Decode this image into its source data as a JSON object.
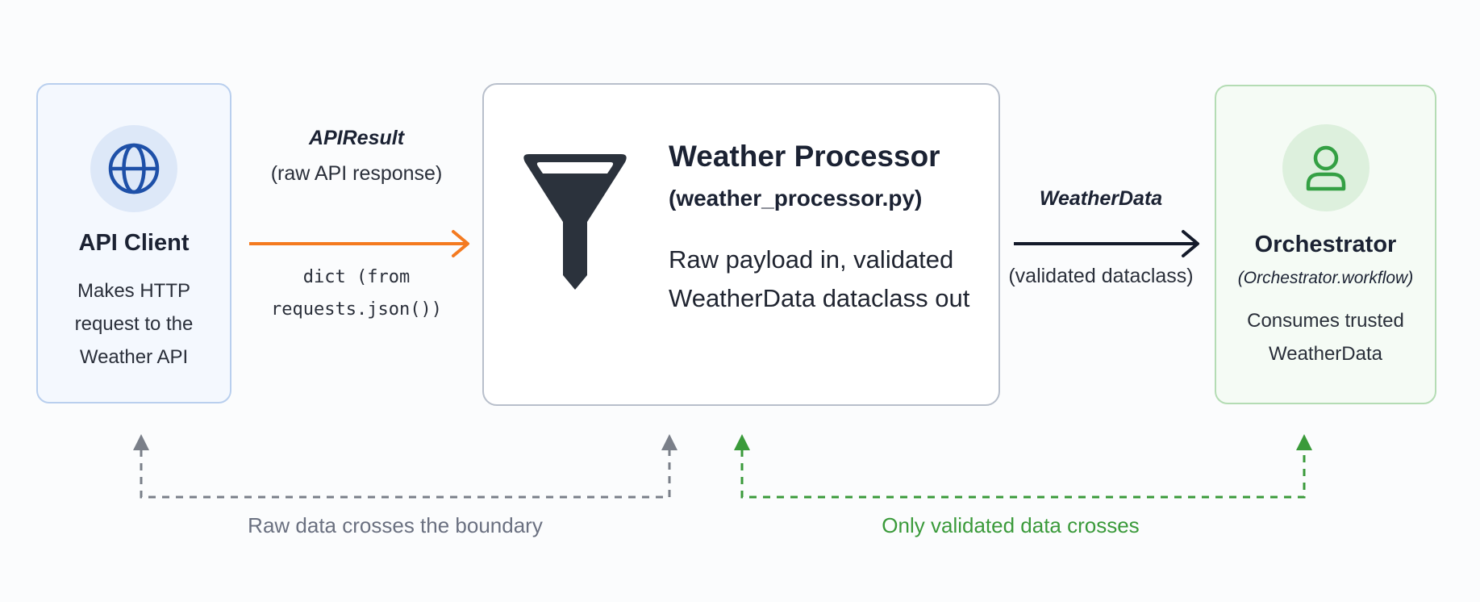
{
  "nodes": {
    "api_client": {
      "title": "API Client",
      "description": "Makes HTTP request to the Weather API",
      "icon": "globe-icon",
      "color": "#1e50a8"
    },
    "processor": {
      "title": "Weather Processor",
      "file": "(weather_processor.py)",
      "description": "Raw payload in, validated WeatherData dataclass out",
      "icon": "funnel-icon",
      "color": "#2b323c"
    },
    "orchestrator": {
      "title": "Orchestrator",
      "subtitle": "(Orchestrator.workflow)",
      "description": "Consumes trusted WeatherData",
      "icon": "user-icon",
      "color": "#34a044"
    }
  },
  "edges": {
    "api_to_processor": {
      "type_label": "APIResult",
      "description": "(raw API response)",
      "code": "dict (from requests.json())",
      "color": "#f47a20"
    },
    "processor_to_orchestrator": {
      "type_label": "WeatherData",
      "description": "(validated dataclass)",
      "color": "#141a2a"
    }
  },
  "boundaries": {
    "raw": {
      "label": "Raw data crosses the boundary",
      "color": "#7a7f89"
    },
    "validated": {
      "label": "Only validated data crosses",
      "color": "#3a9a3a"
    }
  }
}
